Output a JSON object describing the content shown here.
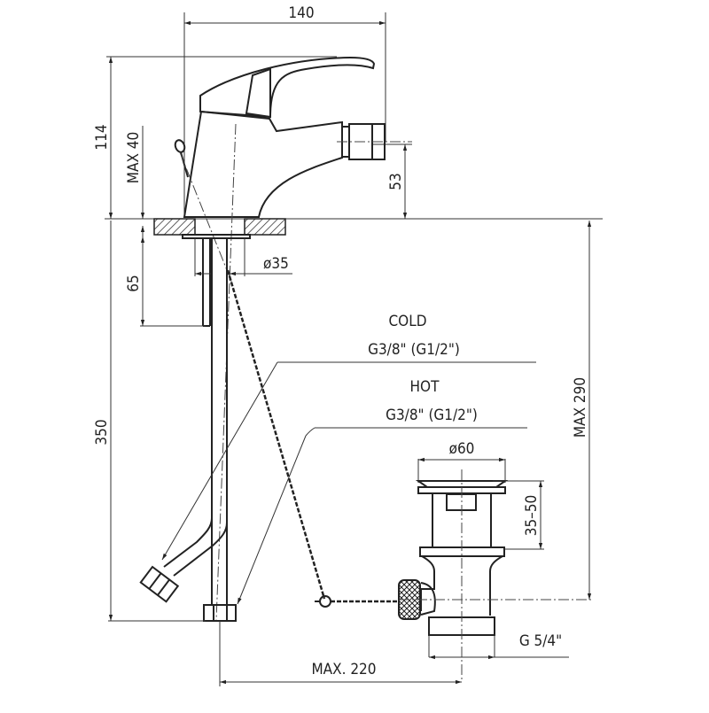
{
  "drawing": {
    "title": "Bidet mixer technical drawing with pop-up waste",
    "colors": {
      "line": "#222222",
      "background": "#ffffff"
    },
    "dimensions": {
      "overall_width": "140",
      "overall_height": "114",
      "max_deck_thickness": "MAX 40",
      "spout_height": "53",
      "shank_length": "65",
      "shank_diameter": "ø35",
      "hose_length": "350",
      "waste_height_max": "MAX 290",
      "waste_diameter": "ø60",
      "waste_adjust": "35–50",
      "waste_thread": "G 5/4\"",
      "rod_reach": "MAX. 220"
    },
    "connections": {
      "cold_label": "COLD",
      "cold_thread": "G3/8\" (G1/2\")",
      "hot_label": "HOT",
      "hot_thread": "G3/8\" (G1/2\")"
    }
  }
}
